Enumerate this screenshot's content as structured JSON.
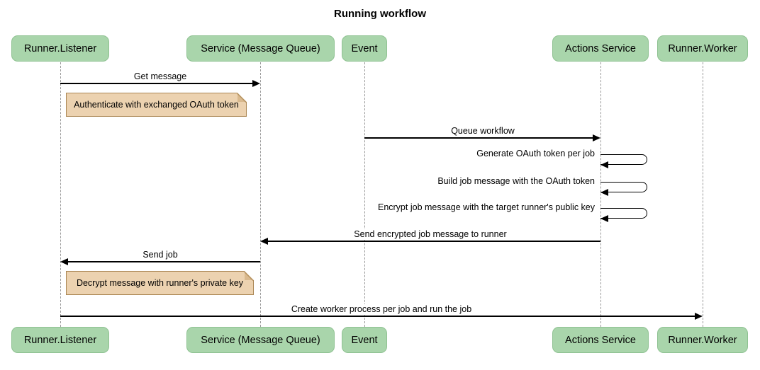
{
  "title": "Running workflow",
  "colors": {
    "background": "#ffffff",
    "actor_fill": "#a9d5ab",
    "actor_border": "#8fc292",
    "note_fill": "#ecd2b0",
    "note_border": "#aa8653",
    "note_fold": "#d9b98e",
    "lifeline": "#999999",
    "line": "#000000",
    "text": "#000000"
  },
  "actors": [
    {
      "label": "Runner.Listener"
    },
    {
      "label": "Service (Message Queue)"
    },
    {
      "label": "Event"
    },
    {
      "label": "Actions Service"
    },
    {
      "label": "Runner.Worker"
    }
  ],
  "messages": [
    {
      "kind": "message",
      "from": "Runner.Listener",
      "to": "Service (Message Queue)",
      "label": "Get message"
    },
    {
      "kind": "note",
      "over": "Runner.Listener",
      "label": "Authenticate with exchanged OAuth token"
    },
    {
      "kind": "message",
      "from": "Event",
      "to": "Actions Service",
      "label": "Queue workflow"
    },
    {
      "kind": "self-message",
      "actor": "Actions Service",
      "label": "Generate OAuth token per job"
    },
    {
      "kind": "self-message",
      "actor": "Actions Service",
      "label": "Build job message with the OAuth token"
    },
    {
      "kind": "self-message",
      "actor": "Actions Service",
      "label": "Encrypt job message with the target runner's public key"
    },
    {
      "kind": "message",
      "from": "Actions Service",
      "to": "Service (Message Queue)",
      "label": "Send encrypted job message to runner"
    },
    {
      "kind": "message",
      "from": "Service (Message Queue)",
      "to": "Runner.Listener",
      "label": "Send job"
    },
    {
      "kind": "note",
      "over": "Runner.Listener",
      "label": "Decrypt message with runner's private key"
    },
    {
      "kind": "message",
      "from": "Runner.Listener",
      "to": "Runner.Worker",
      "label": "Create worker process per job and run the job"
    }
  ]
}
